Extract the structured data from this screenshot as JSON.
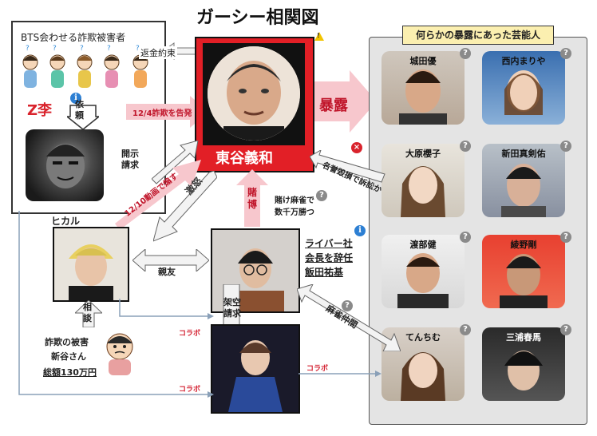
{
  "title": "ガーシー相関図",
  "center_name": "東谷義和",
  "bts_box": {
    "title": "BTS会わせる詐欺被害者",
    "question_marks": [
      "?",
      "?",
      "?",
      "?",
      "?"
    ],
    "zlee": "Z李",
    "irai": "依\n頼"
  },
  "celebs_panel": {
    "title": "何らかの暴露にあった芸能人",
    "celebs": [
      "城田優",
      "西内まりや",
      "大原櫻子",
      "新田真剣佑",
      "渡部健",
      "綾野剛",
      "てんちむ",
      "三浦春馬"
    ]
  },
  "labels": {
    "refund": "返金約束",
    "fraud_accuse": "12/4詐欺を告発",
    "exposure": "暴露",
    "defamation": "名誉毀損で訴訟か",
    "disclosure_request": "開示\n請求",
    "video_1210": "12/10動画で煽す",
    "gekido": "激怒",
    "tobaku": "賭\n博",
    "mahjong_bet": "賭け麻雀で\n数千万勝つ",
    "hikaru": "ヒカル",
    "shinyu": "親友",
    "raiba_1": "ライバー社",
    "raiba_2": "会長を辞任",
    "raiba_3": "飯田祐基",
    "soudan": "相\n談",
    "victim_1": "詐欺の被害",
    "victim_2": "新谷さん",
    "victim_3": "総額130万円",
    "kaku_seikyu": "架空\n請求",
    "mahjong_friend": "麻雀仲間",
    "colabo_1": "コラボ",
    "colabo_2": "コラボ",
    "colabo_3": "コラボ"
  },
  "icons": {
    "help": "?",
    "info": "i",
    "cross": "×",
    "warning": "!"
  },
  "colors": {
    "accent_red": "#d9232c",
    "arrow_pink": "#f7c7cd",
    "panel_gray": "#e4e4e4"
  }
}
